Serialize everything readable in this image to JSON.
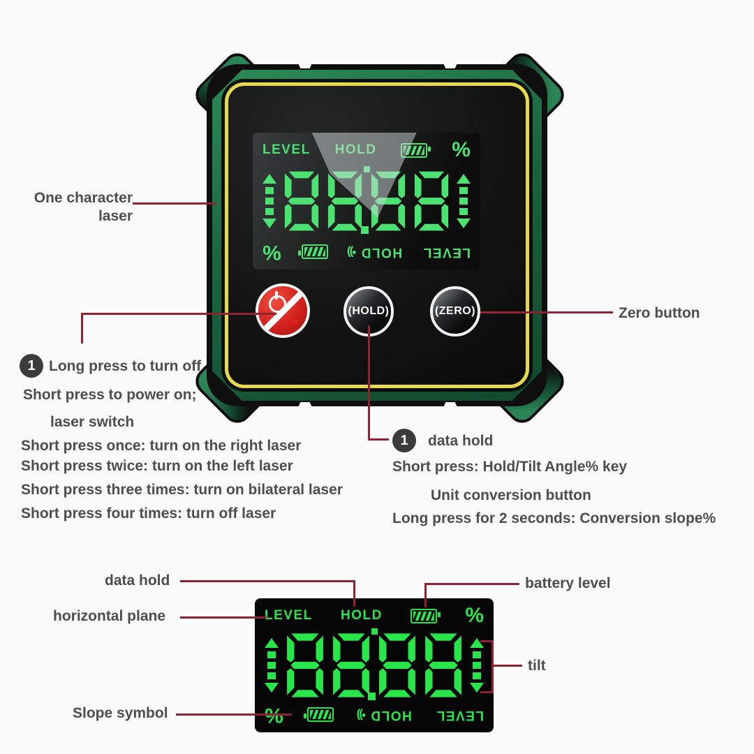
{
  "colors": {
    "background": "#fbfbfb",
    "leader_line": "#8e2334",
    "label_text": "#4d4d4d",
    "lcd_green_device": "#4be272",
    "lcd_green_diagram": "#28e64a",
    "frame_green": "#1e6f45",
    "frame_yellow": "#e8d84c",
    "power_button_red": "#d1211c"
  },
  "device": {
    "hold_button_label": "(HOLD)",
    "zero_button_label": "(ZERO)"
  },
  "lcd": {
    "level": "LEVEL",
    "hold": "HOLD",
    "percent": "%",
    "value": "88.88",
    "sound_icon": "•))"
  },
  "callouts": {
    "one_character_laser": {
      "line1": "One character",
      "line2": "laser"
    },
    "zero_button": "Zero button",
    "power_block": {
      "badge": "1",
      "title": "Long press to turn off",
      "line2": "Short press to power on;",
      "line3": "laser switch",
      "line4": "Short press once: turn on the right laser",
      "line5": "Short press twice: turn on the left laser",
      "line6": "Short press three times: turn on bilateral laser",
      "line7": "Short press four times: turn off laser"
    },
    "hold_block": {
      "badge": "1",
      "title": "data hold",
      "line2": "Short press: Hold/Tilt Angle% key",
      "line3": "Unit conversion button",
      "line4": "Long press for 2 seconds: Conversion slope%"
    },
    "diagram": {
      "data_hold": "data hold",
      "horizontal_plane": "horizontal plane",
      "battery_level": "battery level",
      "tilt": "tilt",
      "slope_symbol": "Slope symbol"
    }
  }
}
